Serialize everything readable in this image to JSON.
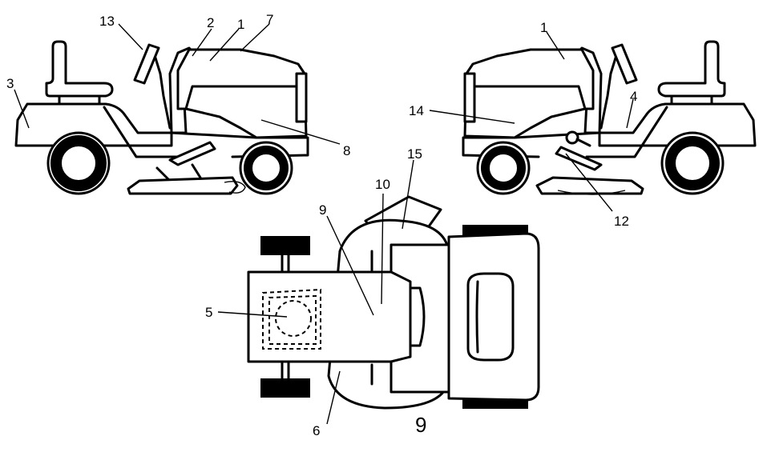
{
  "callouts": {
    "c1_left": "1",
    "c2": "2",
    "c3": "3",
    "c4": "4",
    "c5": "5",
    "c6": "6",
    "c7": "7",
    "c8": "8",
    "c9": "9",
    "c10": "10",
    "c12": "12",
    "c13": "13",
    "c14": "14",
    "c15": "15",
    "c1_right": "1"
  },
  "figure_number": "9"
}
